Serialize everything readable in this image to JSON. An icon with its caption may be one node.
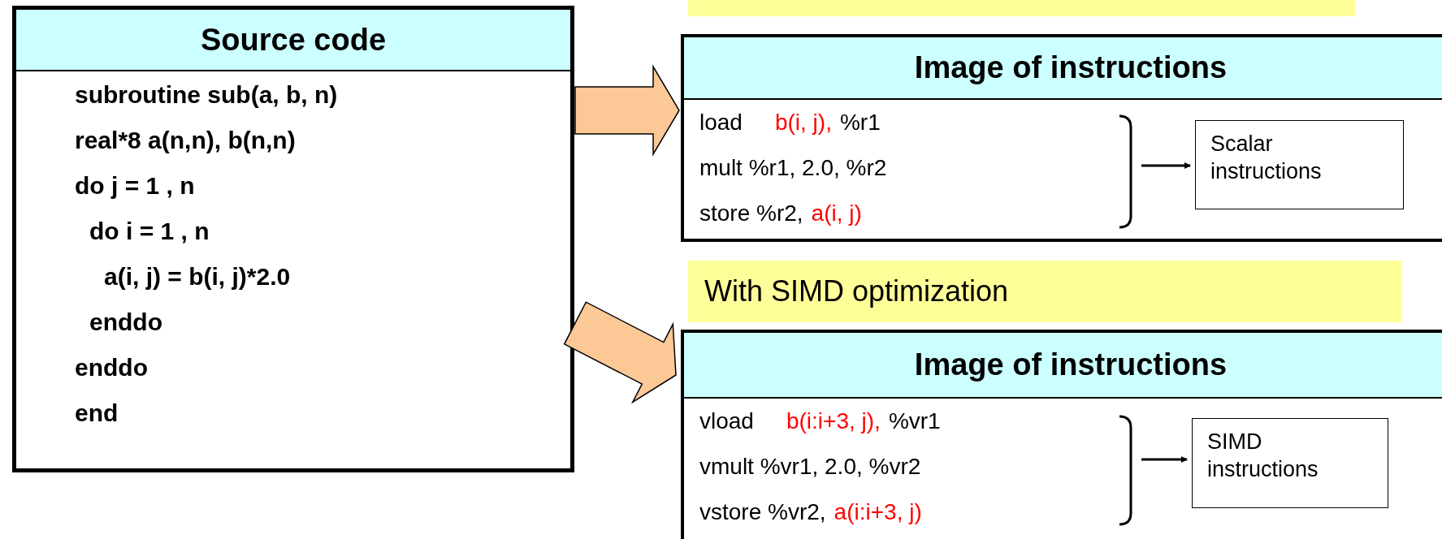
{
  "diagram": {
    "nodes": [
      {
        "text": [
          "Source code",
          "subroutine sub(a, b, n)",
          "real*8 a(n,n), b(n,n)",
          "do j = 1 , n",
          "do i = 1 , n",
          "a(i, j) = b(i, j)*2.0",
          "enddo",
          "enddo",
          "end"
        ]
      },
      {
        "text": [],
        "shape": "bar"
      },
      {
        "text": [
          "Image of instructions",
          "load",
          "b(i, j),",
          "%r1",
          "mult %r1, 2.0, %r2",
          "store %r2,",
          "a(i, j)"
        ]
      },
      {
        "text": [
          "Scalar instructions"
        ],
        "in": 2
      },
      {
        "text": [
          "With SIMD optimization"
        ]
      },
      {
        "text": [
          "Image of instructions",
          "vload",
          "b(i:i+3, j),",
          "%vr1",
          "vmult %vr1, 2.0, %vr2",
          "vstore %vr2,",
          "a(i:i+3, j)"
        ]
      },
      {
        "text": [
          "SIMD instructions"
        ],
        "in": 5
      }
    ],
    "edges": [
      {
        "from": 0,
        "to": 2,
        "arrow": "to",
        "style": "thick",
        "color": "#fcc896"
      },
      {
        "from": 0,
        "to": 5,
        "arrow": "to",
        "style": "thick",
        "color": "#fcc896"
      },
      {
        "from": null,
        "to": 3,
        "arrow": "to"
      },
      {
        "from": null,
        "to": 6,
        "arrow": "to"
      }
    ]
  }
}
